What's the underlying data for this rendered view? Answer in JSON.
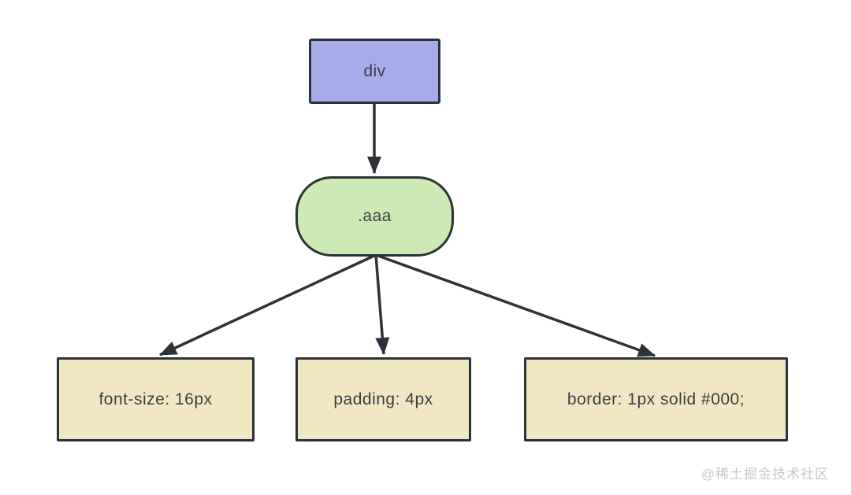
{
  "diagram": {
    "nodes": {
      "root": {
        "id": "div",
        "label": "div",
        "shape": "rectangle",
        "fill": "#a7abe9"
      },
      "selector": {
        "id": "aaa",
        "label": ".aaa",
        "shape": "rounded-rectangle",
        "fill": "#cde9b4"
      },
      "props": [
        {
          "id": "font-size",
          "label": "font-size: 16px",
          "shape": "rectangle",
          "fill": "#f1e8c3"
        },
        {
          "id": "padding",
          "label": "padding: 4px",
          "shape": "rectangle",
          "fill": "#f1e8c3"
        },
        {
          "id": "border",
          "label": "border: 1px solid #000;",
          "shape": "rectangle",
          "fill": "#f1e8c3"
        }
      ]
    },
    "edges": [
      {
        "from": "div",
        "to": "aaa"
      },
      {
        "from": "aaa",
        "to": "font-size"
      },
      {
        "from": "aaa",
        "to": "padding"
      },
      {
        "from": "aaa",
        "to": "border"
      }
    ],
    "colors": {
      "stroke": "#2d3138",
      "text": "#3a3e44",
      "background": "#ffffff",
      "watermark": "#c9c9c9"
    }
  },
  "watermark": {
    "text": "@稀土掘金技术社区"
  }
}
